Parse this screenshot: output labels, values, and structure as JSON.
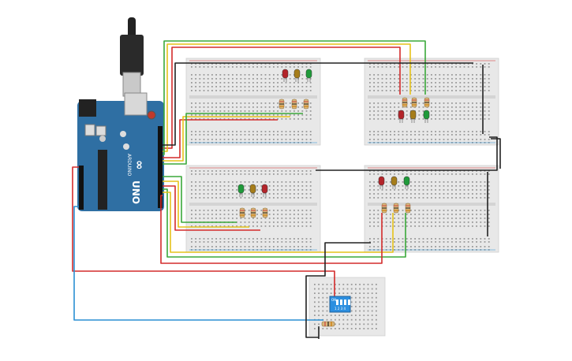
{
  "arduino": {
    "board_label": "UNO",
    "brand_label": "ARDUINO",
    "infinity_symbol": "∞"
  },
  "dip_switch": {
    "on_label": "ON",
    "positions": "1 2 3 4"
  },
  "colors": {
    "board_blue": "#2f6fa3",
    "breadboard": "#e8e8e8",
    "wire_red": "#d42b2b",
    "wire_green": "#3aa83a",
    "wire_yellow": "#e6c21a",
    "wire_black": "#222222",
    "wire_blue": "#2a8fd4",
    "led_red": "#b3242a",
    "led_yellow": "#a67d1a",
    "led_green": "#1f9a3a",
    "dip_blue": "#2c8fe0"
  },
  "components": {
    "breadboards": 5,
    "traffic_lights": 4,
    "leds_per_light": 3
  }
}
